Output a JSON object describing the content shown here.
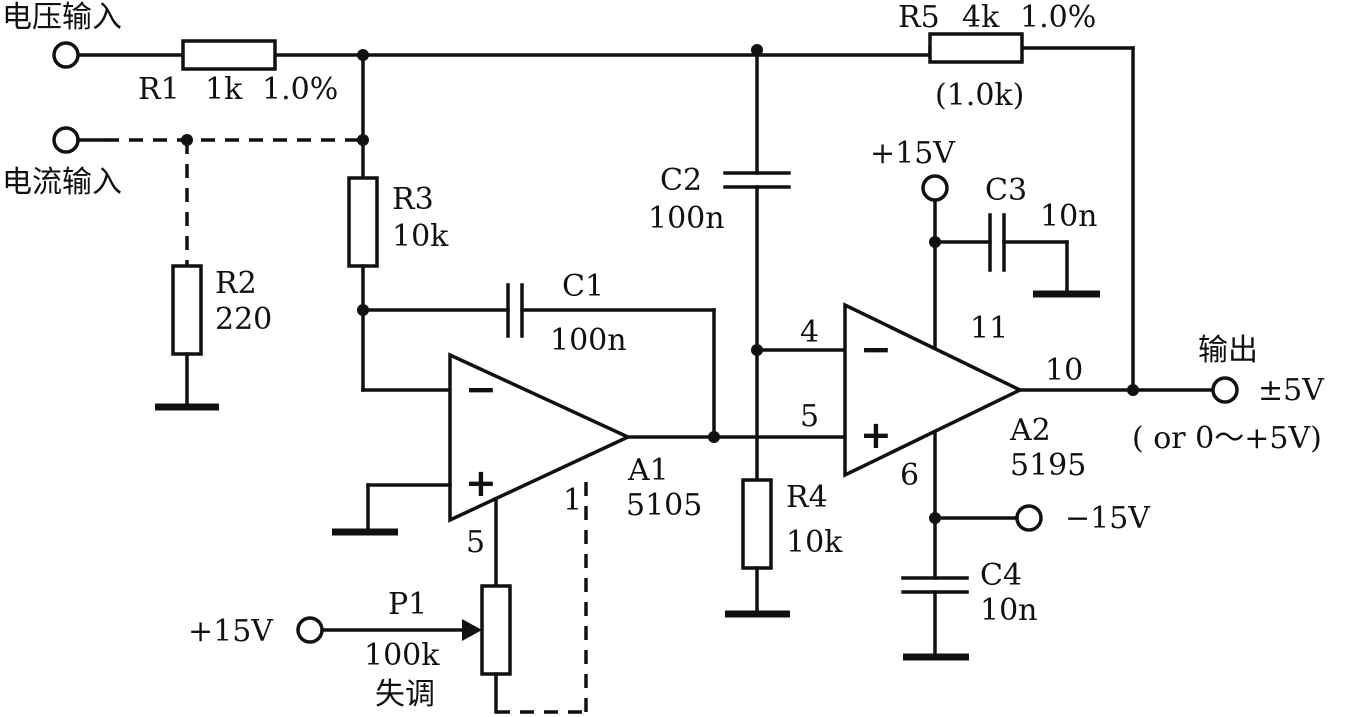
{
  "inputs": {
    "voltage_input": "电压输入",
    "current_input": "电流输入"
  },
  "resistors": {
    "r1": {
      "name": "R1",
      "value": "1k",
      "tolerance": "1.0%"
    },
    "r2": {
      "name": "R2",
      "value": "220"
    },
    "r3": {
      "name": "R3",
      "value": "10k"
    },
    "r4": {
      "name": "R4",
      "value": "10k"
    },
    "r5": {
      "name": "R5",
      "value": "4k",
      "tolerance": "1.0%",
      "alt_value": "(1.0k)"
    }
  },
  "capacitors": {
    "c1": {
      "name": "C1",
      "value": "100n"
    },
    "c2": {
      "name": "C2",
      "value": "100n"
    },
    "c3": {
      "name": "C3",
      "value": "10n"
    },
    "c4": {
      "name": "C4",
      "value": "10n"
    }
  },
  "amplifiers": {
    "a1": {
      "name": "A1",
      "part": "5105",
      "pin_plus": "5",
      "pin_null": "1"
    },
    "a2": {
      "name": "A2",
      "part": "5195",
      "pin_minus": "4",
      "pin_plus": "5",
      "pin_vplus": "11",
      "pin_vminus": "6",
      "pin_out": "10"
    }
  },
  "potentiometer": {
    "name": "P1",
    "value": "100k",
    "function": "失调"
  },
  "supplies": {
    "pos_a2": "+15V",
    "neg_a2": "−15V",
    "pos_p1": "+15V"
  },
  "output": {
    "label": "输出",
    "range": "±5V",
    "alt_range": "( or  0～+5V)"
  },
  "colors": {
    "ink": "#111111",
    "background": "#ffffff"
  }
}
